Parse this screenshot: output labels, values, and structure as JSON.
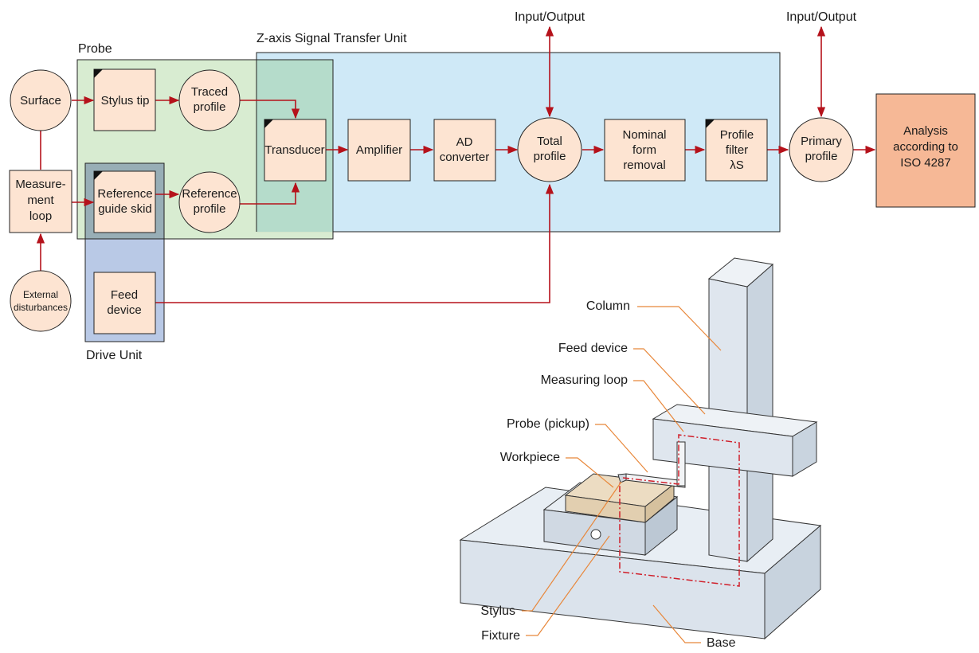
{
  "colors": {
    "wire": "#b5121b",
    "block_fill": "#fde4d2",
    "probe_region": "#d6ebcf",
    "drive_region": "#b9c9e6",
    "ztransfer_region": "#cfe9f7",
    "analysis_fill": "#f6b896",
    "leader": "#e8873a",
    "machine_body": "#dfe6ee",
    "workpiece": "#ecdcc2"
  },
  "regions": {
    "probe": "Probe",
    "ztransfer": "Z-axis Signal Transfer Unit",
    "drive": "Drive Unit"
  },
  "io": {
    "left": "Input/Output",
    "right": "Input/Output"
  },
  "nodes": {
    "surface": [
      "Surface"
    ],
    "stylus_tip": [
      "Stylus tip"
    ],
    "traced_profile": [
      "Traced",
      "profile"
    ],
    "measurement_loop": [
      "Measure-",
      "ment",
      "loop"
    ],
    "reference_guide_skid": [
      "Reference",
      "guide skid"
    ],
    "reference_profile": [
      "Reference",
      "profile"
    ],
    "external_disturbances": [
      "External",
      "disturbances"
    ],
    "feed_device": [
      "Feed",
      "device"
    ],
    "transducer": [
      "Transducer"
    ],
    "amplifier": [
      "Amplifier"
    ],
    "ad_converter": [
      "AD",
      "converter"
    ],
    "total_profile": [
      "Total",
      "profile"
    ],
    "nominal_form_removal": [
      "Nominal",
      "form",
      "removal"
    ],
    "profile_filter": [
      "Profile",
      "filter",
      "λS"
    ],
    "primary_profile": [
      "Primary",
      "profile"
    ],
    "analysis": [
      "Analysis",
      "according to",
      "ISO 4287"
    ]
  },
  "machine_labels": {
    "column": "Column",
    "feed_device": "Feed device",
    "measuring_loop": "Measuring loop",
    "probe": "Probe (pickup)",
    "workpiece": "Workpiece",
    "stylus": "Stylus",
    "fixture": "Fixture",
    "base": "Base"
  },
  "icons": {
    "corner_marker": "filled-triangle-corner",
    "arrow": "red-arrowhead"
  }
}
